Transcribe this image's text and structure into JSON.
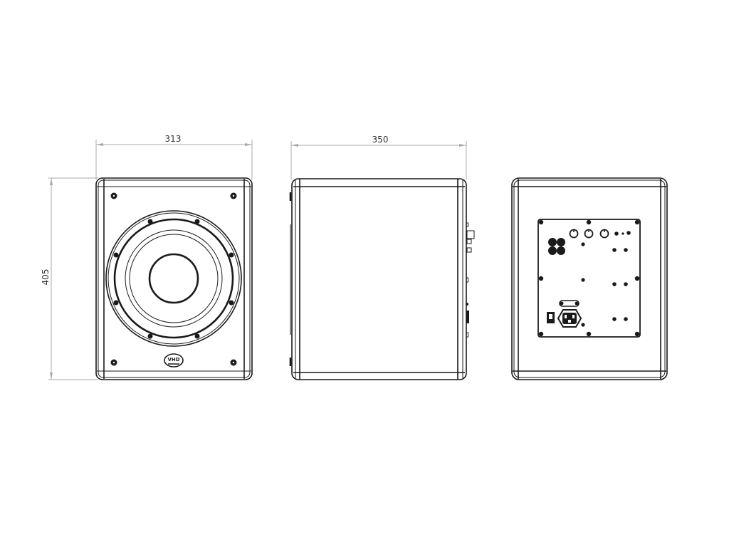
{
  "drawing": {
    "title": "Subwoofer dimensional drawing",
    "units": "mm",
    "line_color": "#1a1a1a",
    "dimension_color": "#a8a8a8"
  },
  "dimensions": {
    "front_width": "313",
    "side_depth": "350",
    "height": "405"
  },
  "views": {
    "front": {
      "label": "front-view",
      "logo_text": "VHD"
    },
    "side": {
      "label": "side-view"
    },
    "rear": {
      "label": "rear-view"
    }
  }
}
